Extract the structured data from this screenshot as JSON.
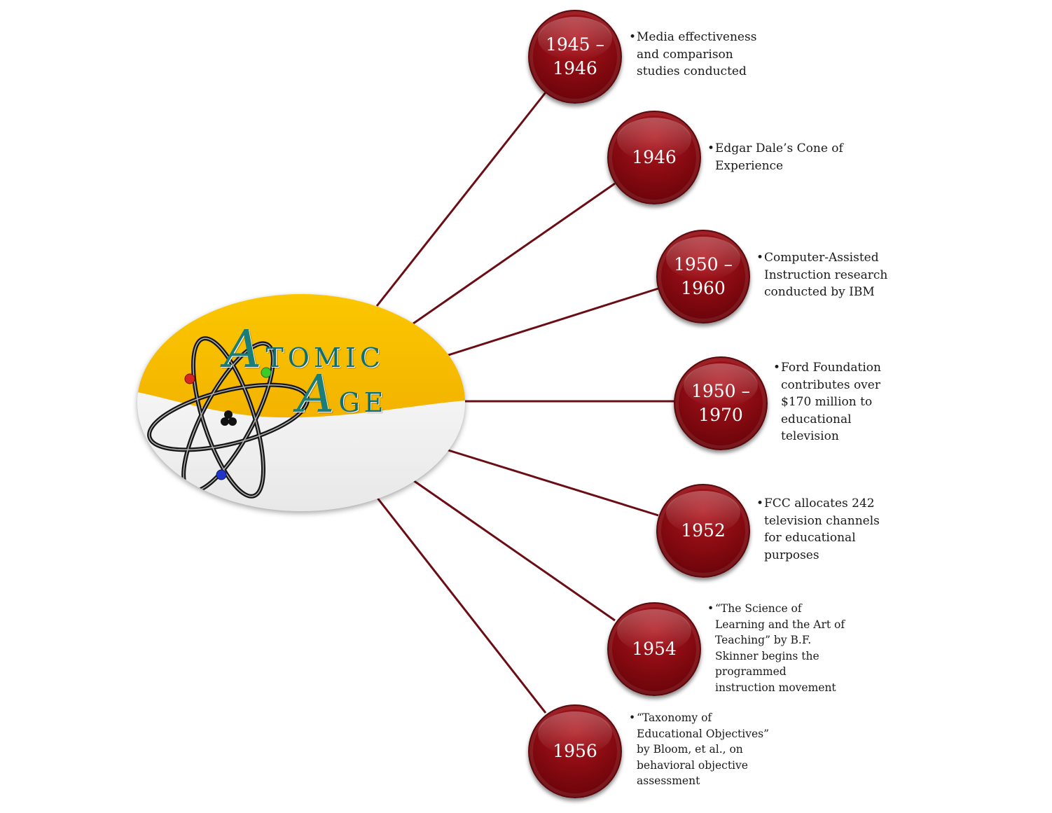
{
  "logo": {
    "line1_cap": "A",
    "line1_rest": "TOMIC",
    "line2_cap": "A",
    "line2_rest": "GE"
  },
  "colors": {
    "node_fill": "#8a0b12",
    "connector": "#6b0d14",
    "logo_yellow": "#f7bb00",
    "logo_text": "#0f6d6b"
  },
  "events": [
    {
      "year": "1945 –\n1946",
      "bullet": "•",
      "description": "Media effectiveness and comparison studies conducted"
    },
    {
      "year": "1946",
      "bullet": "•",
      "description": "Edgar Dale’s Cone of Experience"
    },
    {
      "year": "1950 –\n1960",
      "bullet": "•",
      "description": "Computer-Assisted Instruction research conducted by IBM"
    },
    {
      "year": "1950 –\n1970",
      "bullet": "•",
      "description": "Ford Foundation contributes over $170 million to educational television"
    },
    {
      "year": "1952",
      "bullet": "•",
      "description": "FCC allocates 242 television channels for educational purposes"
    },
    {
      "year": "1954",
      "bullet": "•",
      "description": "“The Science of Learning and the Art of Teaching” by B.F. Skinner begins the programmed instruction movement"
    },
    {
      "year": "1956",
      "bullet": "•",
      "description": "“Taxonomy of Educational Objectives” by Bloom, et al., on behavioral objective assessment"
    }
  ]
}
